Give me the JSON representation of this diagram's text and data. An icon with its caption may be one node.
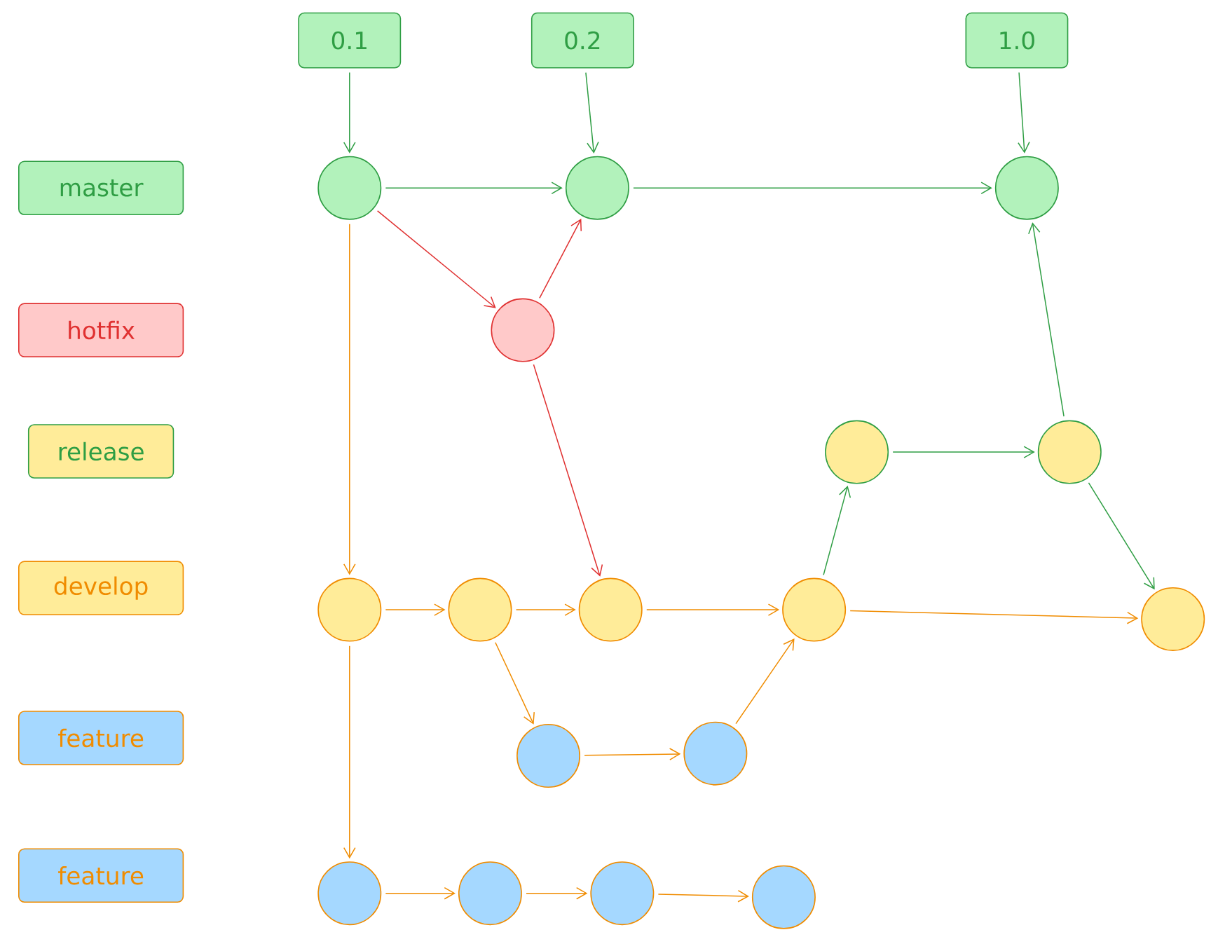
{
  "diagram": {
    "nodes": [
      {
        "text": [
          "0.1"
        ]
      },
      {
        "text": [
          "0.2"
        ]
      },
      {
        "text": [
          "1.0"
        ]
      },
      {
        "text": [
          "master"
        ]
      },
      {
        "text": [
          "hotfix"
        ]
      },
      {
        "text": [
          "release"
        ]
      },
      {
        "text": [
          "develop"
        ]
      },
      {
        "text": [
          "feature"
        ]
      },
      {
        "text": [
          "feature"
        ]
      },
      {
        "text": [],
        "shape": "circle"
      },
      {
        "text": [],
        "shape": "circle"
      },
      {
        "text": [],
        "shape": "circle"
      },
      {
        "text": [],
        "shape": "circle"
      },
      {
        "text": [],
        "shape": "circle"
      },
      {
        "text": [],
        "shape": "circle"
      },
      {
        "text": [],
        "shape": "circle"
      },
      {
        "text": [],
        "shape": "circle"
      },
      {
        "text": [],
        "shape": "circle"
      },
      {
        "text": [],
        "shape": "circle"
      },
      {
        "text": [],
        "shape": "circle"
      },
      {
        "text": [],
        "shape": "circle"
      },
      {
        "text": [],
        "shape": "circle"
      },
      {
        "text": [],
        "shape": "circle"
      },
      {
        "text": [],
        "shape": "circle"
      },
      {
        "text": [],
        "shape": "circle"
      },
      {
        "text": [],
        "shape": "circle"
      }
    ],
    "edges": [
      {
        "from": 0,
        "to": 9,
        "arrow": "to",
        "color": "#2f9e44"
      },
      {
        "from": 1,
        "to": 10,
        "arrow": "to",
        "color": "#2f9e44"
      },
      {
        "from": 2,
        "to": 11,
        "arrow": "to",
        "color": "#2f9e44"
      },
      {
        "from": 9,
        "to": 10,
        "arrow": "to",
        "color": "#2f9e44"
      },
      {
        "from": 10,
        "to": 11,
        "arrow": "to",
        "color": "#2f9e44"
      },
      {
        "from": 9,
        "to": 12,
        "arrow": "to",
        "color": "#e03131"
      },
      {
        "from": 12,
        "to": 10,
        "arrow": "to",
        "color": "#e03131"
      },
      {
        "from": 9,
        "to": 15,
        "arrow": "to"
      },
      {
        "from": 12,
        "to": 17,
        "arrow": "to",
        "color": "#e03131"
      },
      {
        "from": 15,
        "to": 16,
        "arrow": "to"
      },
      {
        "from": 16,
        "to": 17,
        "arrow": "to"
      },
      {
        "from": 17,
        "to": 18,
        "arrow": "to"
      },
      {
        "from": 16,
        "to": 20,
        "arrow": "to"
      },
      {
        "from": 20,
        "to": 21,
        "arrow": "to"
      },
      {
        "from": 21,
        "to": 18,
        "arrow": "to"
      },
      {
        "from": 18,
        "to": 13,
        "arrow": "to",
        "color": "#2f9e44"
      },
      {
        "from": 13,
        "to": 14,
        "arrow": "to",
        "color": "#2f9e44"
      },
      {
        "from": 14,
        "to": 11,
        "arrow": "to",
        "color": "#2f9e44"
      },
      {
        "from": 14,
        "to": 19,
        "arrow": "to",
        "color": "#2f9e44"
      },
      {
        "from": 18,
        "to": 19,
        "arrow": "to"
      },
      {
        "from": 15,
        "to": 22,
        "arrow": "to"
      },
      {
        "from": 22,
        "to": 23,
        "arrow": "to"
      },
      {
        "from": 23,
        "to": 24,
        "arrow": "to"
      },
      {
        "from": 24,
        "to": 25,
        "arrow": "to"
      }
    ]
  }
}
